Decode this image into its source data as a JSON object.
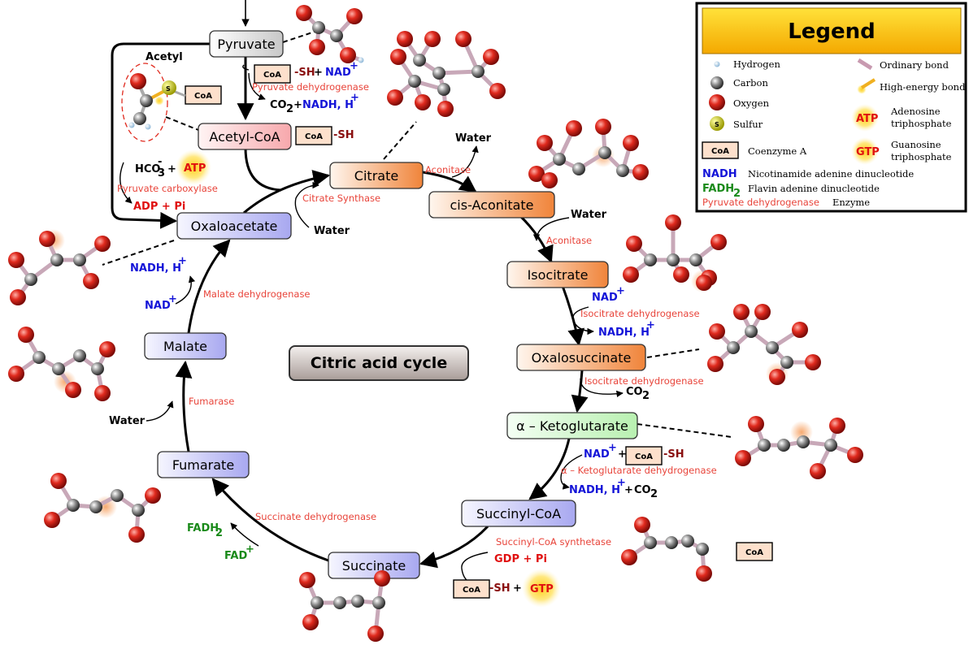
{
  "title": "Citric acid cycle",
  "colors": {
    "enzyme": "#e8443a",
    "nadh": "#1414d8",
    "atp": "#e01010",
    "fadh": "#1a8a1a",
    "coa_fill": "#fde0cc"
  },
  "nodes": {
    "pyruvate": "Pyruvate",
    "acetyl_coa": "Acetyl-CoA",
    "citrate": "Citrate",
    "cis_aconitate": "cis-Aconitate",
    "isocitrate": "Isocitrate",
    "oxalosuccinate": "Oxalosuccinate",
    "ketoglutarate": "α – Ketoglutarate",
    "succinyl_coa": "Succinyl-CoA",
    "succinate": "Succinate",
    "fumarate": "Fumarate",
    "malate": "Malate",
    "oxaloacetate": "Oxaloacetate"
  },
  "enzymes": {
    "pyruvate_dehydrogenase": "Pyruvate dehydrogenase",
    "pyruvate_carboxylase": "Pyruvate carboxylase",
    "citrate_synthase": "Citrate Synthase",
    "aconitase": "Aconitase",
    "isocitrate_dehydrogenase": "Isocitrate dehydrogenase",
    "ketoglutarate_dehydrogenase": "α – Ketoglutarate dehydrogenase",
    "succinyl_coa_synthetase": "Succinyl-CoA synthetase",
    "succinate_dehydrogenase": "Succinate dehydrogenase",
    "fumarase": "Fumarase",
    "malate_dehydrogenase": "Malate dehydrogenase"
  },
  "labels": {
    "coa": "CoA",
    "sh": "-SH",
    "plus": "+",
    "nad": "NAD",
    "sup_plus": "+",
    "nadh": "NADH, H",
    "co2": "CO",
    "sub2": "2",
    "water": "Water",
    "hco3": "HCO",
    "sub3": "3",
    "sup_minus": "-",
    "atp": "ATP",
    "adp_pi": "ADP + Pi",
    "gdp_pi": "GDP + Pi",
    "gtp": "GTP",
    "fadh": "FADH",
    "fad": "FAD",
    "acetyl": "Acetyl",
    "s": "S"
  },
  "legend": {
    "title": "Legend",
    "hydrogen": "Hydrogen",
    "carbon": "Carbon",
    "oxygen": "Oxygen",
    "sulfur": "Sulfur",
    "ordinary_bond": "Ordinary bond",
    "high_energy_bond": "High-energy bond",
    "atp_line1": "Adenosine",
    "atp_line2": "triphosphate",
    "gtp_line1": "Guanosine",
    "gtp_line2": "triphosphate",
    "coenzyme_a": "Coenzyme A",
    "nadh_abbr": "NADH",
    "nadh_desc": "Nicotinamide adenine dinucleotide",
    "fadh_abbr": "FADH",
    "fadh_sub": "2",
    "fadh_desc": "Flavin adenine dinucleotide",
    "enzyme_example": "Pyruvate dehydrogenase",
    "enzyme_word": "Enzyme"
  }
}
